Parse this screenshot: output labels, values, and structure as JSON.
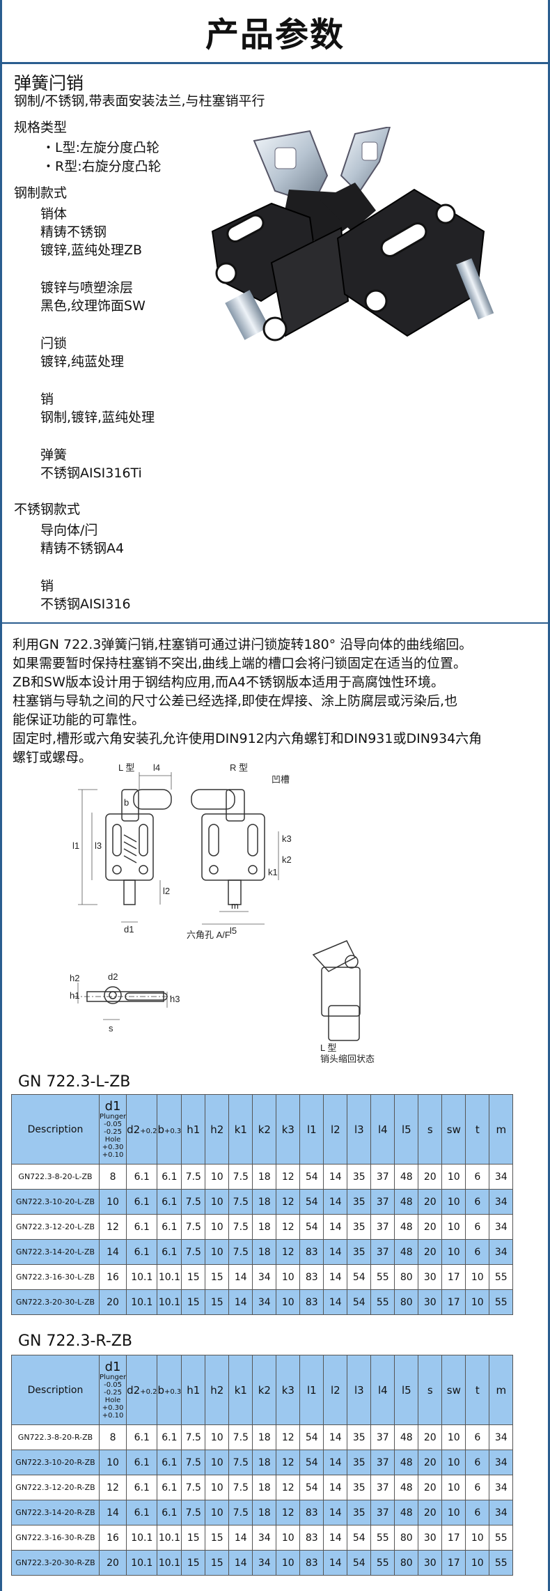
{
  "page_title": "产品参数",
  "product": {
    "name": "弹簧闩销",
    "subtitle": "钢制/不锈钢,带表面安装法兰,与柱塞销平行",
    "spec_types_heading": "规格类型",
    "spec_types": [
      "・L型:左旋分度凸轮",
      "・R型:右旋分度凸轮"
    ],
    "steel_heading": "钢制款式",
    "steel_lines": [
      "销体",
      "精铸不锈钢",
      "镀锌,蓝纯处理ZB",
      "镀锌与喷塑涂层",
      "黑色,纹理饰面SW",
      "闩锁",
      "镀锌,纯蓝处理",
      "销",
      "钢制,镀锌,蓝纯处理",
      "弹簧",
      "不锈钢AISI316Ti"
    ],
    "stainless_heading": "不锈钢款式",
    "stainless_lines": [
      "导向体/闩",
      "精铸不锈钢A4",
      "销",
      "不锈钢AISI316"
    ]
  },
  "description_lines": [
    "利用GN 722.3弹簧闩销,柱塞销可通过讲闩锁旋转180° 沿导向体的曲线缩回。",
    "如果需要暂时保持柱塞销不突出,曲线上端的槽口会将闩锁固定在适当的位置。",
    "ZB和SW版本设计用于钢结构应用,而A4不锈钢版本适用于高腐蚀性环境。",
    "柱塞销与导轨之间的尺寸公差已经选择,即使在焊接、涂上防腐层或污染后,也",
    "能保证功能的可靠性。",
    "固定时,槽形或六角安装孔允许使用DIN912内六角螺钉和DIN931或DIN934六角",
    "螺钉或螺母。"
  ],
  "drawing": {
    "l_label": "L 型",
    "r_label": "R 型",
    "groove_label": "凹槽",
    "hex_label": "六角孔 A/F",
    "note_line1": "L 型",
    "note_line2": "销头缩回状态",
    "dims": {
      "l4": "l4",
      "b": "b",
      "l1": "l1",
      "l3": "l3",
      "l2": "l2",
      "d1": "d1",
      "k3": "k3",
      "k2": "k2",
      "k1": "k1",
      "m": "m",
      "l5": "l5",
      "d2": "d2",
      "h2": "h2",
      "h1": "h1",
      "h3": "h3",
      "s": "s"
    }
  },
  "header": {
    "description": "Description",
    "d1": "d1",
    "d1_lines": [
      "Plunger",
      "-0.05",
      "-0.25",
      "Hole",
      "+0.30",
      "+0.10"
    ],
    "d2": "d2",
    "d2_tol": "+0.2",
    "b": "b",
    "b_tol": "+0.3",
    "cols": [
      "h1",
      "h2",
      "k1",
      "k2",
      "k3",
      "l1",
      "l2",
      "l3",
      "l4",
      "l5",
      "s",
      "sw",
      "t",
      "m"
    ]
  },
  "table_L": {
    "title": "GN 722.3-L-ZB",
    "rows": [
      [
        "GN722.3-8-20-L-ZB",
        "8",
        "6.1",
        "6.1",
        "7.5",
        "10",
        "7.5",
        "18",
        "12",
        "54",
        "14",
        "35",
        "37",
        "48",
        "20",
        "10",
        "6",
        "34"
      ],
      [
        "GN722.3-10-20-L-ZB",
        "10",
        "6.1",
        "6.1",
        "7.5",
        "10",
        "7.5",
        "18",
        "12",
        "54",
        "14",
        "35",
        "37",
        "48",
        "20",
        "10",
        "6",
        "34"
      ],
      [
        "GN722.3-12-20-L-ZB",
        "12",
        "6.1",
        "6.1",
        "7.5",
        "10",
        "7.5",
        "18",
        "12",
        "54",
        "14",
        "35",
        "37",
        "48",
        "20",
        "10",
        "6",
        "34"
      ],
      [
        "GN722.3-14-20-L-ZB",
        "14",
        "6.1",
        "6.1",
        "7.5",
        "10",
        "7.5",
        "18",
        "12",
        "83",
        "14",
        "35",
        "37",
        "48",
        "20",
        "10",
        "6",
        "34"
      ],
      [
        "GN722.3-16-30-L-ZB",
        "16",
        "10.1",
        "10.1",
        "15",
        "15",
        "14",
        "34",
        "10",
        "83",
        "14",
        "54",
        "55",
        "80",
        "30",
        "17",
        "10",
        "55"
      ],
      [
        "GN722.3-20-30-L-ZB",
        "20",
        "10.1",
        "10.1",
        "15",
        "15",
        "14",
        "34",
        "10",
        "83",
        "14",
        "54",
        "55",
        "80",
        "30",
        "17",
        "10",
        "55"
      ]
    ]
  },
  "table_R": {
    "title": "GN 722.3-R-ZB",
    "rows": [
      [
        "GN722.3-8-20-R-ZB",
        "8",
        "6.1",
        "6.1",
        "7.5",
        "10",
        "7.5",
        "18",
        "12",
        "54",
        "14",
        "35",
        "37",
        "48",
        "20",
        "10",
        "6",
        "34"
      ],
      [
        "GN722.3-10-20-R-ZB",
        "10",
        "6.1",
        "6.1",
        "7.5",
        "10",
        "7.5",
        "18",
        "12",
        "54",
        "14",
        "35",
        "37",
        "48",
        "20",
        "10",
        "6",
        "34"
      ],
      [
        "GN722.3-12-20-R-ZB",
        "12",
        "6.1",
        "6.1",
        "7.5",
        "10",
        "7.5",
        "18",
        "12",
        "54",
        "14",
        "35",
        "37",
        "48",
        "20",
        "10",
        "6",
        "34"
      ],
      [
        "GN722.3-14-20-R-ZB",
        "14",
        "6.1",
        "6.1",
        "7.5",
        "10",
        "7.5",
        "18",
        "12",
        "83",
        "14",
        "35",
        "37",
        "48",
        "20",
        "10",
        "6",
        "34"
      ],
      [
        "GN722.3-16-30-R-ZB",
        "16",
        "10.1",
        "10.1",
        "15",
        "15",
        "14",
        "34",
        "10",
        "83",
        "14",
        "54",
        "55",
        "80",
        "30",
        "17",
        "10",
        "55"
      ],
      [
        "GN722.3-20-30-R-ZB",
        "20",
        "10.1",
        "10.1",
        "15",
        "15",
        "14",
        "34",
        "10",
        "83",
        "14",
        "54",
        "55",
        "80",
        "30",
        "17",
        "10",
        "55"
      ]
    ]
  },
  "colors": {
    "frame": "#2a5d8f",
    "table_highlight": "#9cc8ef"
  }
}
